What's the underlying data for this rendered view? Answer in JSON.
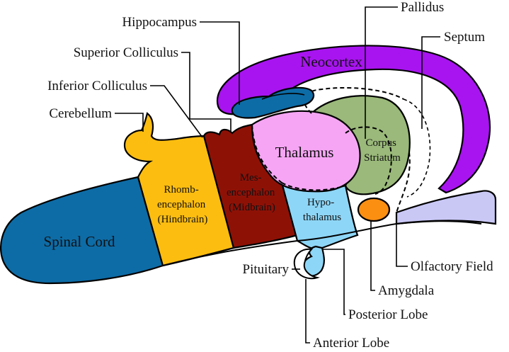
{
  "regions": {
    "spinal_cord": "Spinal Cord",
    "rhombencephalon": [
      "Rhomb-",
      "encephalon",
      "(Hindbrain)"
    ],
    "mesencephalon": [
      "Mes-",
      "encephalon",
      "(Midbrain)"
    ],
    "thalamus": "Thalamus",
    "hypothalamus": [
      "Hypo-",
      "thalamus"
    ],
    "corpus_striatum": [
      "Corpus",
      "Striatum"
    ],
    "neocortex": "Neocortex"
  },
  "callouts": {
    "hippocampus": "Hippocampus",
    "superior_colliculus": "Superior Colliculus",
    "inferior_colliculus": "Inferior Colliculus",
    "cerebellum": "Cerebellum",
    "pallidus": "Pallidus",
    "septum": "Septum",
    "pituitary": "Pituitary",
    "olfactory_field": "Olfactory Field",
    "amygdala": "Amygdala",
    "posterior_lobe": "Posterior Lobe",
    "anterior_lobe": "Anterior Lobe"
  },
  "colors": {
    "spinal_cord": "#0d6ca6",
    "hindbrain": "#fdbd10",
    "midbrain": "#8e1106",
    "thalamus": "#f6a5f4",
    "hypothalamus": "#8ed6f7",
    "corpus_striatum": "#9ab97a",
    "neocortex": "#a814f0",
    "hippocampus": "#0d6ca6",
    "amygdala": "#fb8f12",
    "olfactory": "#c9c8f5"
  }
}
